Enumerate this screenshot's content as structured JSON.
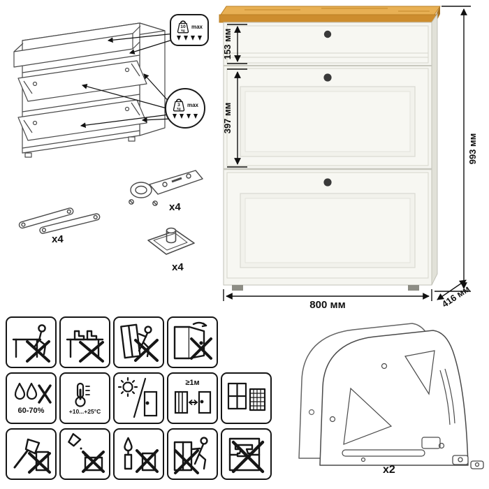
{
  "product": {
    "dims": {
      "drawer_height": "153 мм",
      "door_height": "397 мм",
      "total_height": "993 мм",
      "width": "800 мм",
      "depth": "416 мм"
    },
    "load": {
      "drawer_value": "10",
      "drawer_unit": "kg",
      "drawer_max": "max",
      "door_value": "3",
      "door_unit": "kg",
      "door_max": "max"
    },
    "hardware": {
      "stay_qty": "x4",
      "hinge_qty": "x4",
      "plate_qty": "x4",
      "panel_qty": "x2"
    }
  },
  "warnings": {
    "humidity": "60-70%",
    "temperature": "+10...+25°C",
    "min_distance": "≥1м"
  },
  "colors": {
    "wood_top": "#e8b054",
    "wood_edge": "#cd8d2e",
    "body": "#f5f5f0"
  }
}
